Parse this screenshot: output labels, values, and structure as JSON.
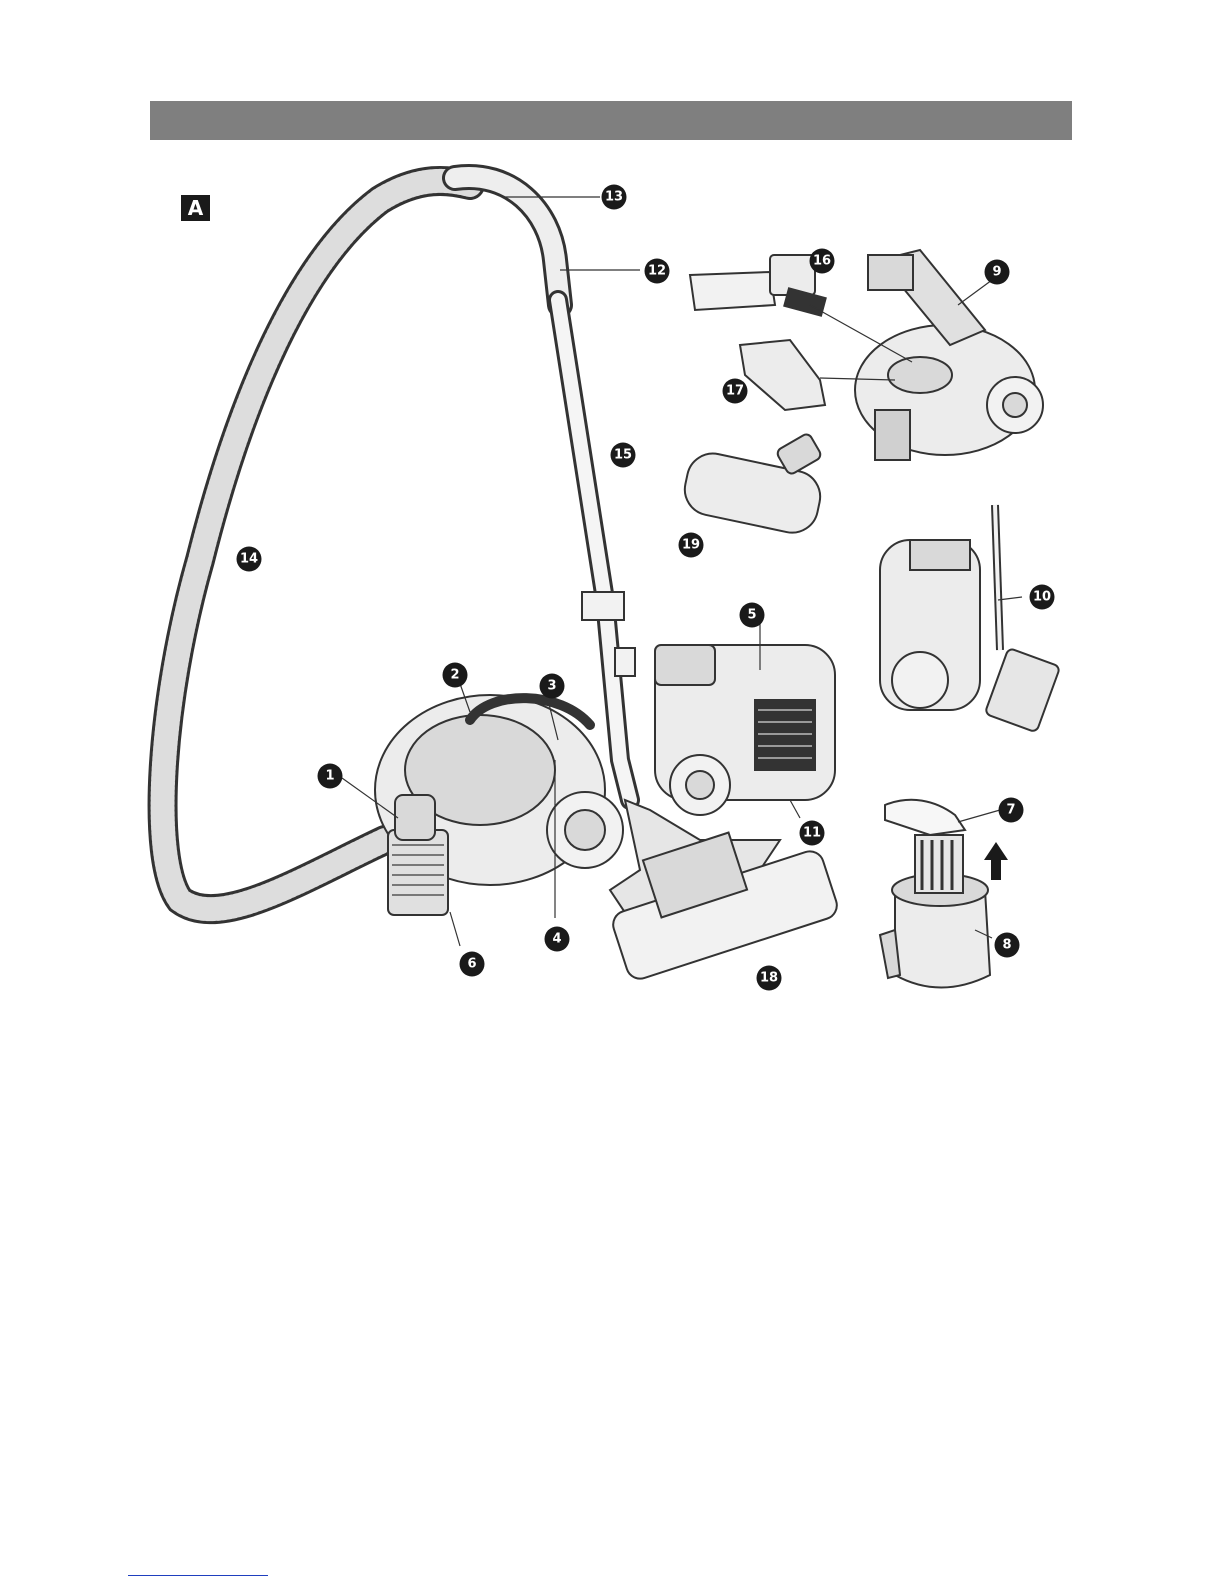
{
  "colors": {
    "header_bar": "#7f7f7f",
    "badge": "#1a1a1a",
    "ink": "#1a1a1a",
    "line_art": "#333333",
    "fill_light": "#f2f2f2",
    "fill_mid": "#d9d9d9",
    "footer_rule": "#1f3fbf"
  },
  "section_label": "A",
  "callouts": [
    "1",
    "2",
    "3",
    "4",
    "5",
    "6",
    "7",
    "8",
    "9",
    "10",
    "11",
    "12",
    "13",
    "14",
    "15",
    "16",
    "17",
    "18",
    "19"
  ],
  "icons": {
    "arrow": "arrow-up-icon",
    "hand": "hand-icon"
  }
}
